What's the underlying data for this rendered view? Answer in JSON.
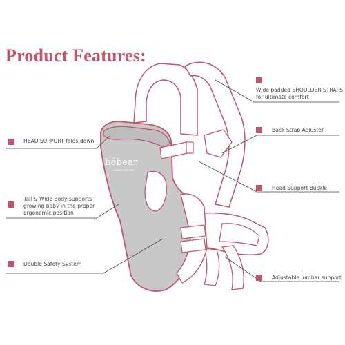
{
  "title": "Product Features:",
  "brand": {
    "name": "bébear",
    "tagline": "CARING FOR YOU"
  },
  "features": [
    {
      "id": "shoulder-straps",
      "lines": [
        "Wide padded SHOULDER STRAPS",
        "for ultimate comfort"
      ]
    },
    {
      "id": "back-strap-adjuster",
      "lines": [
        "Back Strap Adjuster"
      ]
    },
    {
      "id": "head-support-buckle",
      "lines": [
        "Head Support Buckle"
      ]
    },
    {
      "id": "lumbar-support",
      "lines": [
        "Adjustable lumbar support"
      ]
    },
    {
      "id": "head-support",
      "lines": [
        "HEAD SUPPORT folds down"
      ]
    },
    {
      "id": "tall-wide-body",
      "lines": [
        "Tall & Wide Body supports",
        "growing baby in the proper",
        "ergonomic position"
      ]
    },
    {
      "id": "double-safety",
      "lines": [
        "Double Safety System"
      ]
    }
  ],
  "colors": {
    "accent": "#c0556b",
    "body_fill": "#c8c8c8",
    "line": "#444444"
  }
}
